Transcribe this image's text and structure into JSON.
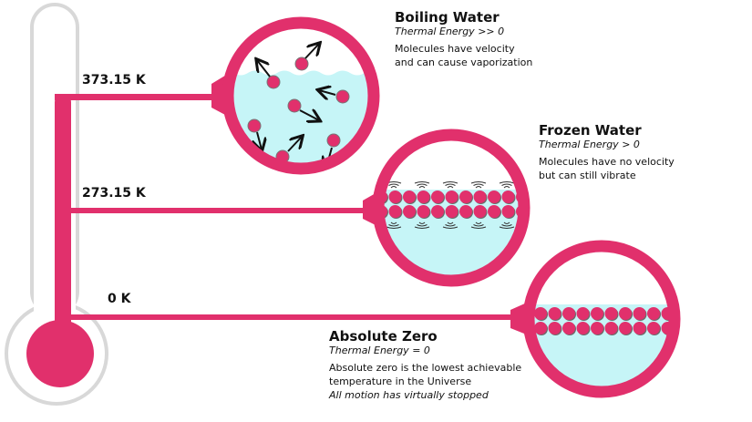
{
  "colors": {
    "accent": "#e1306c",
    "water": "#c6f5f7",
    "tube": "#d8d8d8",
    "molecule_shadow": "#6b6b6b"
  },
  "levels": [
    {
      "temp": "373.15 K",
      "title": "Boiling Water",
      "subtitle": "Thermal Energy >> 0",
      "desc1": "Molecules have velocity",
      "desc2": "and can cause vaporization"
    },
    {
      "temp": "273.15 K",
      "title": "Frozen Water",
      "subtitle": "Thermal Energy > 0",
      "desc1": "Molecules have no velocity",
      "desc2": "but can still vibrate"
    },
    {
      "temp": "0 K",
      "title": "Absolute Zero",
      "subtitle": "Thermal Energy = 0",
      "desc1": "Absolute zero is the lowest achievable",
      "desc2": "temperature in the Universe",
      "note": "All motion has virtually stopped"
    }
  ]
}
